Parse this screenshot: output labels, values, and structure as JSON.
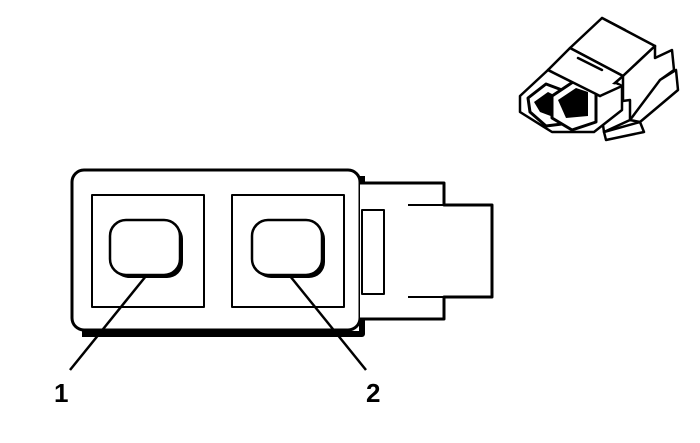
{
  "callouts": [
    {
      "id": "terminal-1",
      "label": "1"
    },
    {
      "id": "terminal-2",
      "label": "2"
    }
  ],
  "colors": {
    "stroke": "#000000",
    "background": "#ffffff",
    "shadow": "#000000"
  }
}
